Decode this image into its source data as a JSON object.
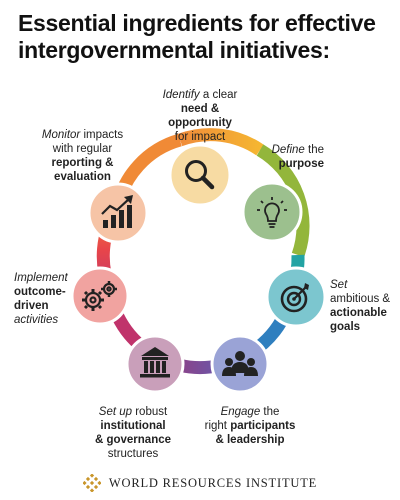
{
  "title": {
    "line1": "Essential ingredients for effective",
    "line2": "intergovernmental initiatives:"
  },
  "steps": {
    "identify": {
      "l1a": "Identify",
      "l1b": " a clear",
      "l2": "need &",
      "l3": "opportunity",
      "l4": "for impact",
      "color": "#f7dba3",
      "icon": "magnifier-icon"
    },
    "define": {
      "l1a": "Define",
      "l1b": " the",
      "l2": "purpose",
      "color": "#9cc08e",
      "icon": "lightbulb-icon"
    },
    "set": {
      "l1": "Set",
      "l2": "ambitious &",
      "l3": "actionable",
      "l4": "goals",
      "color": "#7cc6cf",
      "icon": "target-icon"
    },
    "engage": {
      "l1a": "Engage",
      "l1b": " the",
      "l2a": "right ",
      "l2b": "participants",
      "l3": "& leadership",
      "color": "#9aa3d6",
      "icon": "people-icon"
    },
    "setup": {
      "l1a": "Set up",
      "l1b": " robust",
      "l2": "institutional",
      "l3": "& governance",
      "l4": "structures",
      "color": "#c99fba",
      "icon": "institution-icon"
    },
    "implement": {
      "l1": "Implement",
      "l2": "outcome-",
      "l3": "driven",
      "l4": "activities",
      "color": "#f1a3a0",
      "icon": "gears-icon"
    },
    "monitor": {
      "l1a": "Monitor",
      "l1b": " impacts",
      "l2": "with regular",
      "l3": "reporting &",
      "l4": "evaluation",
      "color": "#f6c4a6",
      "icon": "growth-chart-icon"
    }
  },
  "footer": {
    "org": "WORLD RESOURCES INSTITUTE",
    "icon": "wri-logo-icon"
  }
}
